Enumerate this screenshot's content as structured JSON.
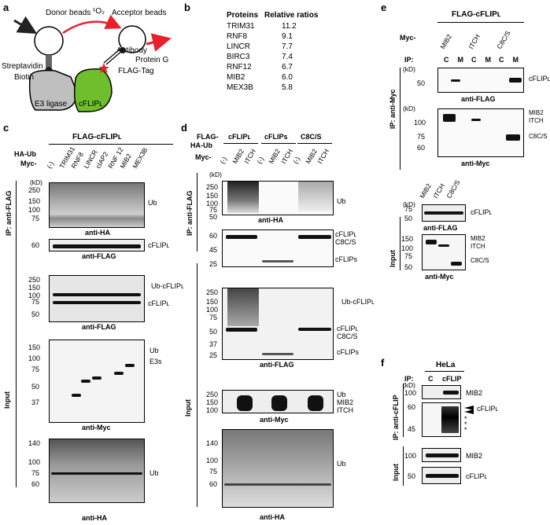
{
  "panels": {
    "a": "a",
    "b": "b",
    "c": "c",
    "d": "d",
    "e": "e",
    "f": "f"
  },
  "panel_a": {
    "donor_beads": "Donor beads",
    "singlet_oxygen": "¹O₂",
    "acceptor_beads": "Acceptor beads",
    "antibody": "Antibody",
    "protein_g": "Protein G",
    "streptavidin": "Streptavidin",
    "biotin": "Biotin",
    "flag_tag": "FLAG-Tag",
    "e3_ligase": "E3 ligase",
    "cflip": "cFLIPʟ"
  },
  "panel_b": {
    "headers": [
      "Proteins",
      "Relative ratios"
    ],
    "rows": [
      [
        "TRIM31",
        "11.2"
      ],
      [
        "RNF8",
        "9.1"
      ],
      [
        "LINCR",
        "7.7"
      ],
      [
        "BIRC3",
        "7.4"
      ],
      [
        "RNF12",
        "6.7"
      ],
      [
        "MIB2",
        "6.0"
      ],
      [
        "MEX3B",
        "5.8"
      ]
    ]
  },
  "panel_c": {
    "flag_header": "FLAG-cFLIPʟ",
    "row_labels": [
      "HA-Ub",
      "Myc-"
    ],
    "lanes": [
      "(-)",
      "TRIM31",
      "RNF8",
      "LINCR",
      "cIAP2",
      "RNF 12",
      "MIB2",
      "MEX3B"
    ],
    "ip_label": "IP: anti-FLAG",
    "input_label": "Input",
    "kd": "(kD)",
    "blots": [
      {
        "markers": [
          "250",
          "150",
          "100",
          "75"
        ],
        "right": [
          "Ub"
        ],
        "caption": "anti-HA"
      },
      {
        "markers": [
          "60"
        ],
        "right": [
          "cFLIPʟ"
        ],
        "caption": "anti-FLAG"
      },
      {
        "markers": [
          "250",
          "150",
          "100",
          "75",
          "50"
        ],
        "right": [
          "Ub-cFLIPʟ",
          "cFLIPʟ"
        ],
        "caption": "anti-FLAG"
      },
      {
        "markers": [
          "150",
          "100",
          "75",
          "50",
          "37"
        ],
        "right": [
          "Ub",
          "E3s"
        ],
        "caption": "anti-Myc"
      },
      {
        "markers": [
          "140",
          "100",
          "75",
          "60"
        ],
        "right": [
          "Ub"
        ],
        "caption": "anti-HA"
      }
    ]
  },
  "panel_d": {
    "row_labels": [
      "FLAG-",
      "HA-Ub",
      "Myc-"
    ],
    "groups": [
      "cFLIPʟ",
      "cFLIPs",
      "C8C/S"
    ],
    "lanes": [
      "(-)",
      "MIB2",
      "ITCH",
      "(-)",
      "MIB2",
      "ITCH",
      "(-)",
      "MIB2",
      "ITCH"
    ],
    "ip_label": "IP: anti-FLAG",
    "input_label": "Input",
    "kd": "(kD)",
    "blots": [
      {
        "markers": [
          "250",
          "150",
          "100",
          "75",
          "50"
        ],
        "right": [
          "Ub"
        ],
        "caption": "anti-HA"
      },
      {
        "markers": [
          "60",
          "45",
          "25"
        ],
        "right": [
          "cFLIPʟ",
          "C8C/S",
          "cFLIPs"
        ],
        "caption": ""
      },
      {
        "markers": [
          "250",
          "150",
          "100",
          "75",
          "50",
          "37",
          "25"
        ],
        "right": [
          "Ub-cFLIPʟ",
          "cFLIPʟ",
          "C8C/S",
          "cFLIPs"
        ],
        "caption": "anti-FLAG"
      },
      {
        "markers": [
          "250",
          "150",
          "100"
        ],
        "right": [
          "Ub",
          "MIB2",
          "ITCH"
        ],
        "caption": "anti-Myc"
      },
      {
        "markers": [
          "140",
          "100",
          "75",
          "60"
        ],
        "right": [
          "Ub"
        ],
        "caption": "anti-HA"
      }
    ]
  },
  "panel_e": {
    "flag_header": "FLAG-cFLIPʟ",
    "myc": "Myc-",
    "groups": [
      "MIB2",
      "ITCH",
      "C8C/S"
    ],
    "ip_row": "IP:",
    "ip_lanes": [
      "C",
      "M",
      "C",
      "M",
      "C",
      "M"
    ],
    "ip_label": "IP: anti-Myc",
    "input_label": "Input",
    "input_lanes": [
      "MIB2",
      "ITCH",
      "C8C/S"
    ],
    "kd": "(kD)",
    "blots": [
      {
        "markers": [
          "50"
        ],
        "right": [
          "cFLIPʟ"
        ],
        "caption": "anti-FLAG"
      },
      {
        "markers": [
          "100",
          "75",
          "60"
        ],
        "right": [
          "MIB2",
          "ITCH",
          "C8C/S"
        ],
        "caption": "anti-Myc"
      },
      {
        "markers": [
          "75",
          "50"
        ],
        "right": [
          "cFLIPʟ"
        ],
        "caption": "anti-FLAG"
      },
      {
        "markers": [
          "150",
          "100",
          "75",
          "50"
        ],
        "right": [
          "MIB2",
          "ITCH",
          "C8C/S"
        ],
        "caption": "anti-Myc"
      }
    ]
  },
  "panel_f": {
    "cell": "HeLa",
    "ip_row": "IP:",
    "lanes": [
      "C",
      "cFLIP"
    ],
    "ip_label": "IP: anti-cFLIP",
    "input_label": "Input",
    "kd": "(kD)",
    "stars": "*\n*\n*",
    "blots": [
      {
        "markers": [
          "100"
        ],
        "right": [
          "MIB2"
        ]
      },
      {
        "markers": [
          "60",
          "45"
        ],
        "right": [
          "cFLIPʟ"
        ]
      },
      {
        "markers": [
          "100"
        ],
        "right": [
          "MIB2"
        ]
      },
      {
        "markers": [
          "50"
        ],
        "right": [
          "cFLIPʟ"
        ]
      }
    ]
  }
}
